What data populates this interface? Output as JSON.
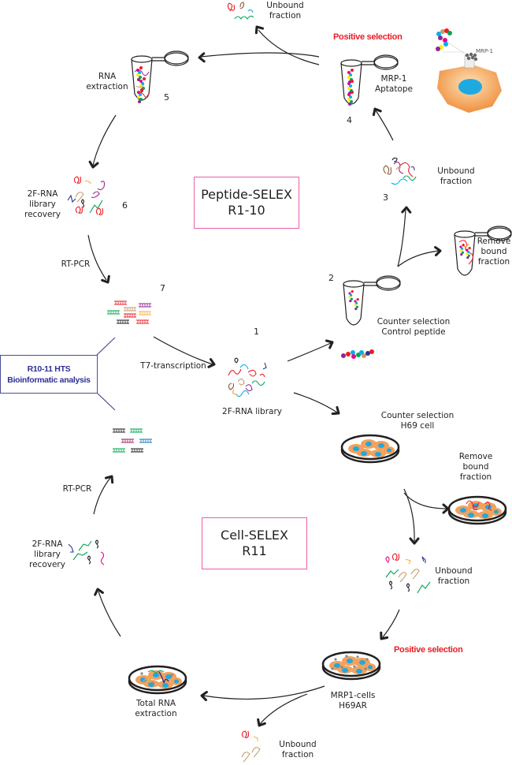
{
  "title_boxes": {
    "peptide": "Peptide-SELEX\nR1-10",
    "cell": "Cell-SELEX\nR11",
    "hts": "R10-11 HTS\nBioinformatic analysis"
  },
  "steps": {
    "s1": {
      "number": "1",
      "label": "2F-RNA library"
    },
    "s2": {
      "number": "2",
      "label": "Counter selection\nControl peptide"
    },
    "s3": {
      "number": "3",
      "label": "Unbound\nfraction"
    },
    "s4": {
      "number": "4",
      "label": "MRP-1\nAptatope"
    },
    "s5": {
      "number": "5",
      "label": "RNA\nextraction"
    },
    "s6": {
      "number": "6",
      "label": "2F-RNA\nlibrary\nrecovery"
    },
    "s7": {
      "number": "7"
    }
  },
  "labels": {
    "unbound_top": "Unbound\nfraction",
    "positive_selection_top": "Positive selection",
    "mrp1_cell": "MRP-1",
    "remove_bound_peptide": "Remove\nbound\nfraction",
    "rt_pcr_top": "RT-PCR",
    "t7": "T7-transcription",
    "counter_h69": "Counter selection\nH69 cell",
    "remove_bound_cell": "Remove\nbound\nfraction",
    "unbound_cell": "Unbound\nfraction",
    "positive_selection_bottom": "Positive selection",
    "mrp1_cells": "MRP1-cells\nH69AR",
    "total_rna": "Total RNA\nextraction",
    "unbound_bottom": "Unbound\nfraction",
    "library_recovery_bottom": "2F-RNA\nlibrary\nrecovery",
    "rt_pcr_bottom": "RT-PCR"
  },
  "colors": {
    "box_pink": "#ee5eab",
    "hts_blue": "#2e3192",
    "positive_red": "#ed1c24",
    "cell_orange": "#f3a15c",
    "nucleus_blue": "#1fa9e1"
  }
}
